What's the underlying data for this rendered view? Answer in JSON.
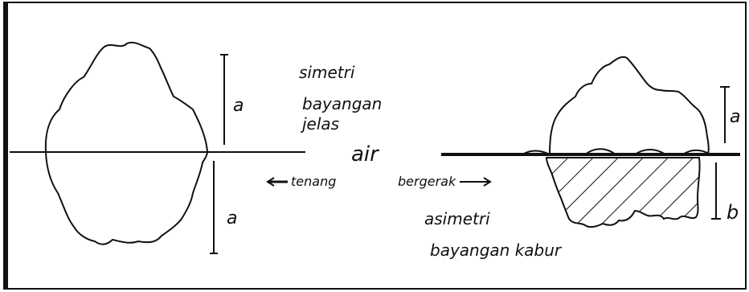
{
  "figure": {
    "left_panel": {
      "labels": [
        "simetri",
        "bayangan",
        "jelas"
      ],
      "dim_top": "a",
      "dim_bottom": "a"
    },
    "center": {
      "water_label": "air",
      "still_label": "tenang",
      "moving_label": "bergerak"
    },
    "right_panel": {
      "labels": [
        "asimetri",
        "bayangan kabur"
      ],
      "dim_top": "a",
      "dim_bottom": "b"
    }
  }
}
